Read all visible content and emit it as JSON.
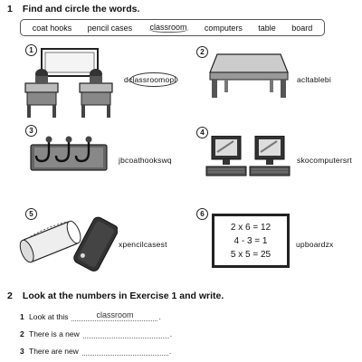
{
  "ex1": {
    "number": "1",
    "title": "Find and circle the words.",
    "words": [
      "coat hooks",
      "pencil cases",
      "classroom",
      "computers",
      "table",
      "board"
    ],
    "items": [
      {
        "num": "1",
        "puzzle": "dclassroomopl"
      },
      {
        "num": "2",
        "puzzle": "acltablebi"
      },
      {
        "num": "3",
        "puzzle": "jbcoathookswq"
      },
      {
        "num": "4",
        "puzzle": "skocomputersrt"
      },
      {
        "num": "5",
        "puzzle": "xpencilcasest"
      },
      {
        "num": "6",
        "puzzle": "upboardzx"
      }
    ],
    "board_lines": [
      "2 x 6 = 12",
      "4 - 3 = 1",
      "5 x 5 = 25"
    ]
  },
  "ex2": {
    "number": "2",
    "title": "Look at the numbers in Exercise 1 and write.",
    "rows": [
      {
        "num": "1",
        "text": "Look at this",
        "answer": "classroom"
      },
      {
        "num": "2",
        "text": "There is a new",
        "answer": ""
      },
      {
        "num": "3",
        "text": "There are new",
        "answer": ""
      }
    ]
  }
}
